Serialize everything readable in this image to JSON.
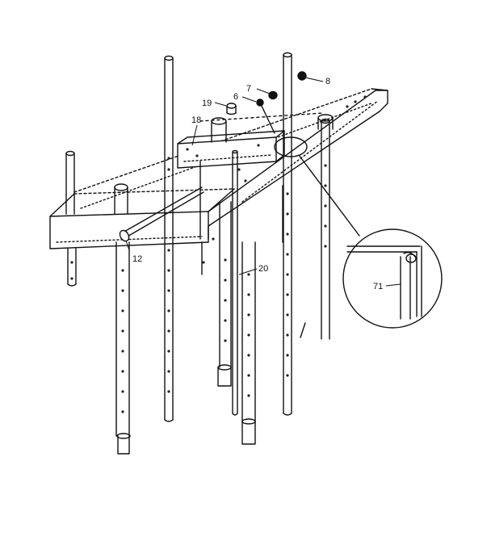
{
  "diagram": {
    "part_labels": [
      "8",
      "7",
      "6",
      "19",
      "18",
      "12",
      "20",
      "71"
    ],
    "colors": {
      "ink": "#111111",
      "paper": "#ffffff",
      "dots": "#222222"
    }
  }
}
